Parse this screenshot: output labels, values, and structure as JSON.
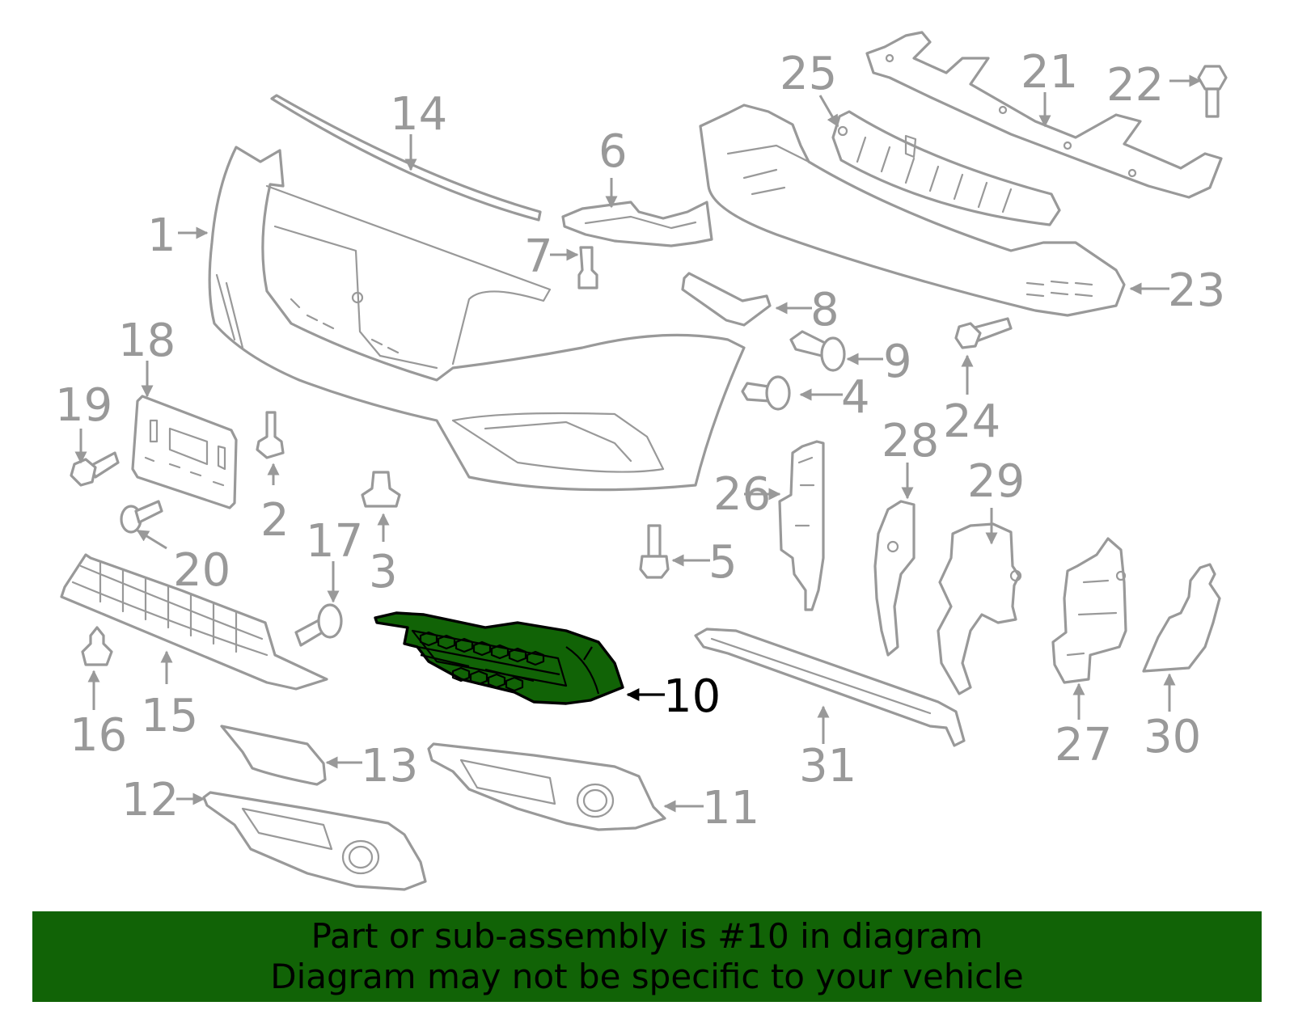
{
  "diagram": {
    "title": "Front bumper parts diagram",
    "highlighted_part": "10",
    "highlight_color": "#116306",
    "line_color": "#999999",
    "callouts": [
      {
        "id": "1",
        "label": "1"
      },
      {
        "id": "2",
        "label": "2"
      },
      {
        "id": "3",
        "label": "3"
      },
      {
        "id": "4",
        "label": "4"
      },
      {
        "id": "5",
        "label": "5"
      },
      {
        "id": "6",
        "label": "6"
      },
      {
        "id": "7",
        "label": "7"
      },
      {
        "id": "8",
        "label": "8"
      },
      {
        "id": "9",
        "label": "9"
      },
      {
        "id": "10",
        "label": "10"
      },
      {
        "id": "11",
        "label": "11"
      },
      {
        "id": "12",
        "label": "12"
      },
      {
        "id": "13",
        "label": "13"
      },
      {
        "id": "14",
        "label": "14"
      },
      {
        "id": "15",
        "label": "15"
      },
      {
        "id": "16",
        "label": "16"
      },
      {
        "id": "17",
        "label": "17"
      },
      {
        "id": "18",
        "label": "18"
      },
      {
        "id": "19",
        "label": "19"
      },
      {
        "id": "20",
        "label": "20"
      },
      {
        "id": "21",
        "label": "21"
      },
      {
        "id": "22",
        "label": "22"
      },
      {
        "id": "23",
        "label": "23"
      },
      {
        "id": "24",
        "label": "24"
      },
      {
        "id": "25",
        "label": "25"
      },
      {
        "id": "26",
        "label": "26"
      },
      {
        "id": "27",
        "label": "27"
      },
      {
        "id": "28",
        "label": "28"
      },
      {
        "id": "29",
        "label": "29"
      },
      {
        "id": "30",
        "label": "30"
      },
      {
        "id": "31",
        "label": "31"
      }
    ]
  },
  "banner": {
    "line1": "Part or sub-assembly is #10 in diagram",
    "line2": "Diagram may not be specific to your vehicle",
    "background": "#116306"
  }
}
